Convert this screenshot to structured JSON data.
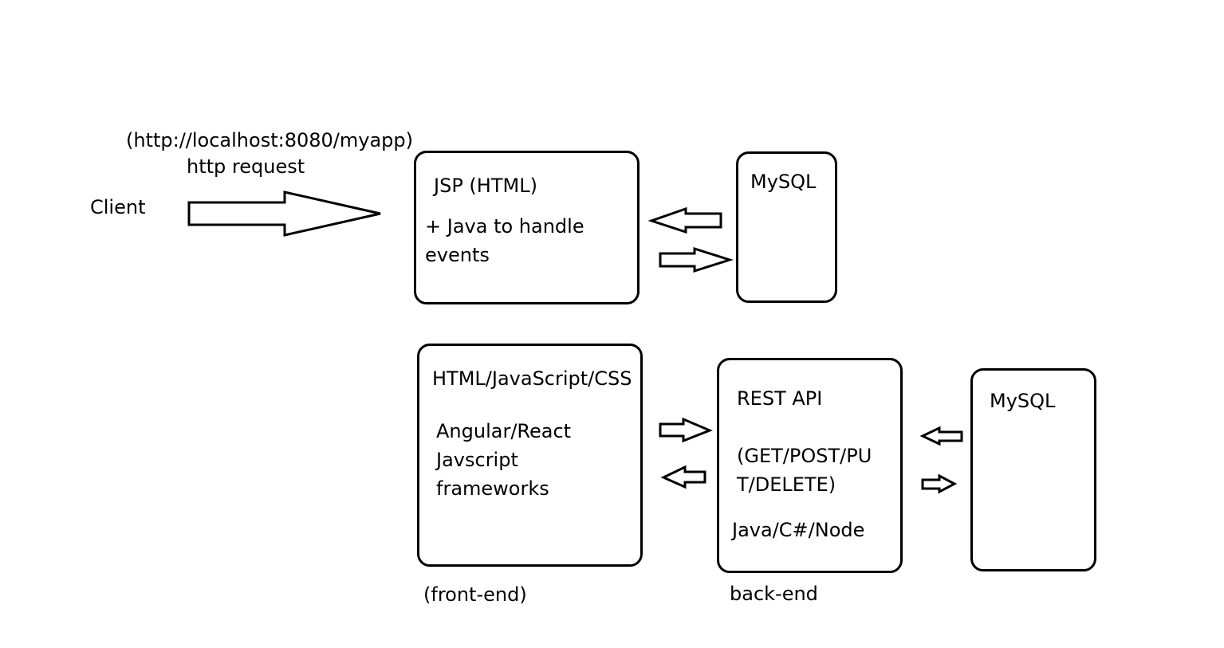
{
  "top": {
    "url_label": "(http://localhost:8080/myapp)",
    "request_label": "http request",
    "client_label": "Client",
    "jsp_box": {
      "title": "JSP (HTML)",
      "line1": "+ Java to handle",
      "line2": "events"
    },
    "db_box": {
      "title": "MySQL"
    }
  },
  "bottom": {
    "frontend_box": {
      "title": "HTML/JavaScript/CSS",
      "line1": "Angular/React",
      "line2": "Javscript",
      "line3": "frameworks"
    },
    "frontend_caption": "(front-end)",
    "api_box": {
      "title": "REST API",
      "line1": "(GET/POST/PU",
      "line2": "T/DELETE)",
      "line3": "Java/C#/Node"
    },
    "backend_caption": "back-end",
    "db_box": {
      "title": "MySQL"
    }
  }
}
